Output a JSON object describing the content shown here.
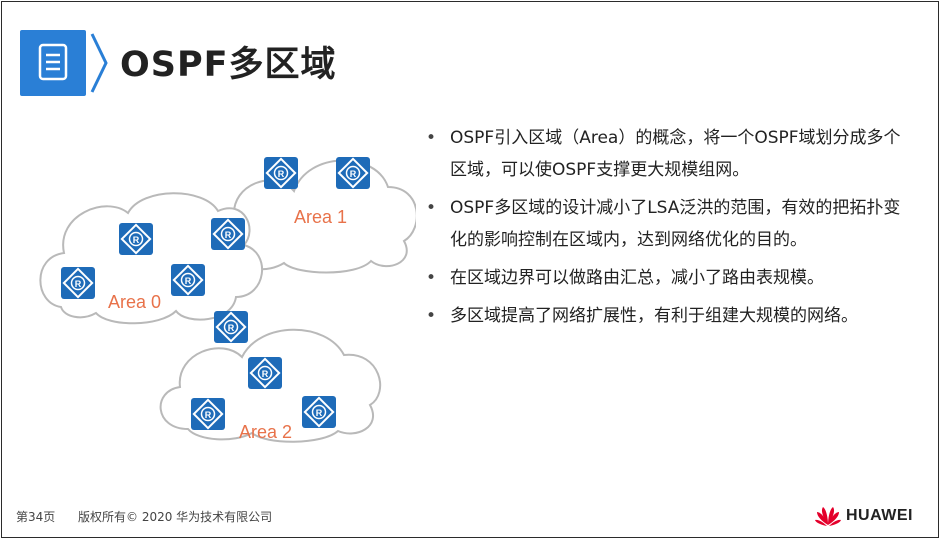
{
  "title": "OSPF多区域",
  "diagram": {
    "areas": [
      {
        "label": "Area 1"
      },
      {
        "label": "Area 0"
      },
      {
        "label": "Area 2"
      }
    ],
    "router_glyph": "R",
    "label_color": "#e8724a",
    "router_color": "#1e6bb8"
  },
  "bullets": [
    "OSPF引入区域（Area）的概念，将一个OSPF域划分成多个区域，可以使OSPF支撑更大规模组网。",
    "OSPF多区域的设计减小了LSA泛洪的范围，有效的把拓扑变化的影响控制在区域内，达到网络优化的目的。",
    "在区域边界可以做路由汇总，减小了路由表规模。",
    "多区域提高了网络扩展性，有利于组建大规模的网络。"
  ],
  "footer": {
    "page": "第34页",
    "copyright": "版权所有© 2020 华为技术有限公司",
    "brand": "HUAWEI"
  },
  "colors": {
    "accent": "#2a7fd6",
    "cloud_stroke": "#b9b9b9"
  }
}
